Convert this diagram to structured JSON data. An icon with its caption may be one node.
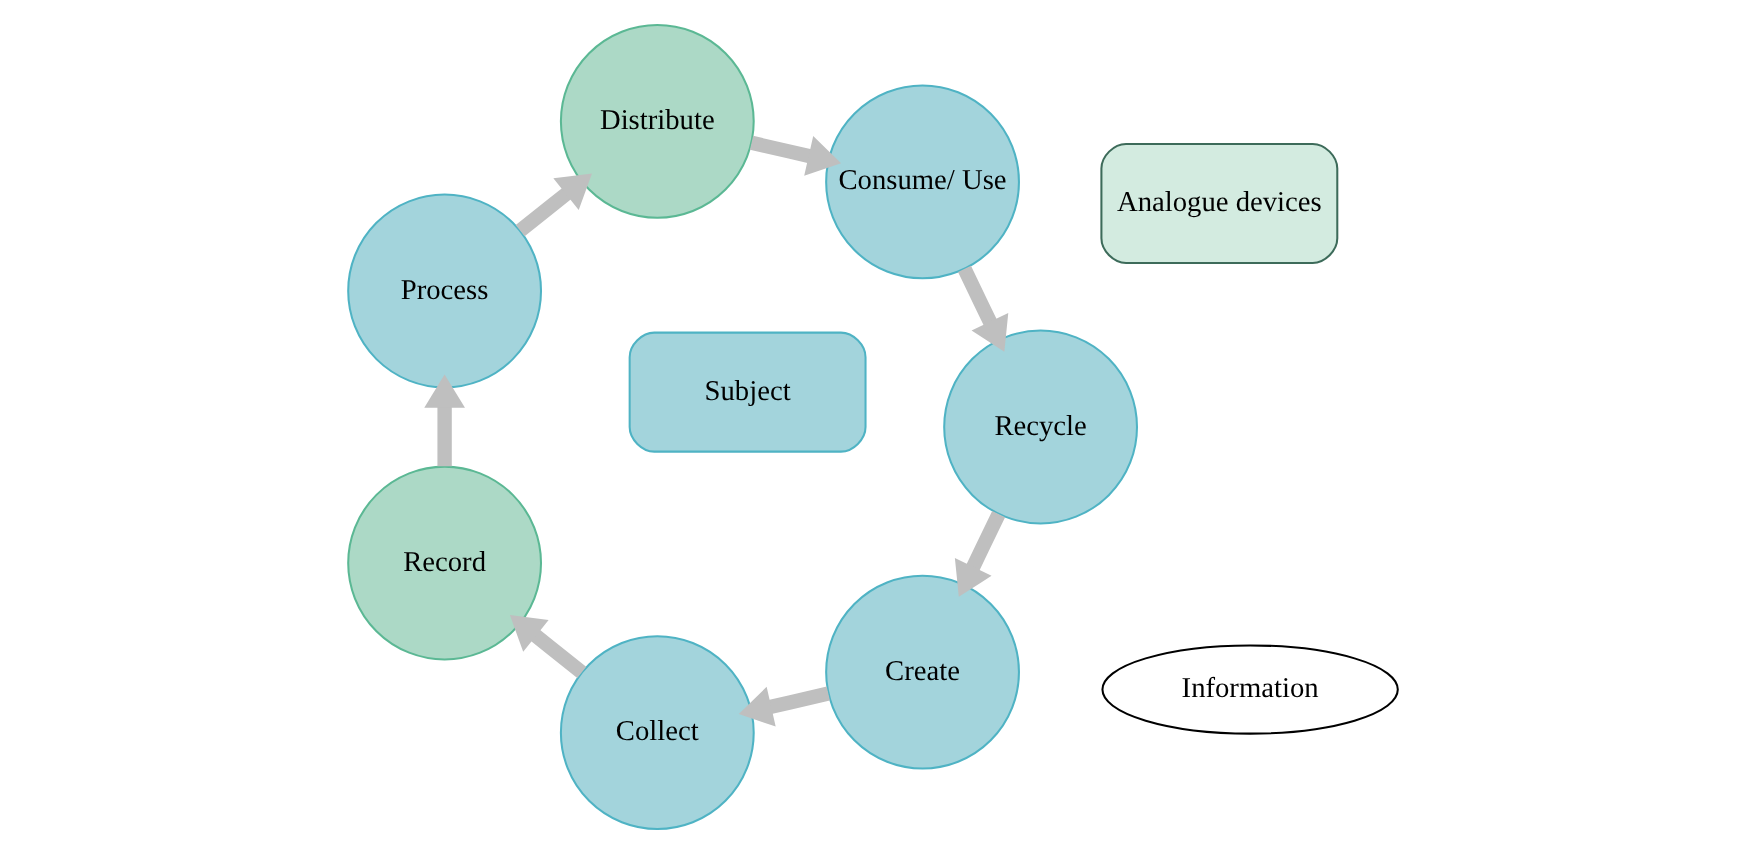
{
  "diagram": {
    "nodes": [
      {
        "text": [
          "Create"
        ]
      },
      {
        "text": [
          "Recycle"
        ]
      },
      {
        "text": [
          "Collect"
        ]
      },
      {
        "text": [
          "Subject"
        ]
      },
      {
        "text": [
          "Consume/ Use"
        ]
      },
      {
        "text": [
          "Information"
        ]
      },
      {
        "text": [
          "Record"
        ]
      },
      {
        "text": [
          "Analogue devices"
        ]
      },
      {
        "text": [
          "Distribute"
        ]
      },
      {
        "text": [
          "Process"
        ]
      }
    ],
    "edges": [
      {
        "from": 0,
        "to": 2,
        "arrow": "to"
      },
      {
        "from": 2,
        "to": 6,
        "arrow": "to"
      },
      {
        "from": 6,
        "to": 9,
        "arrow": "to"
      },
      {
        "from": 9,
        "to": 8,
        "arrow": "to"
      },
      {
        "from": 8,
        "to": 4,
        "arrow": "to"
      },
      {
        "from": 4,
        "to": 1,
        "arrow": "to"
      },
      {
        "from": 1,
        "to": 0,
        "arrow": "to"
      }
    ]
  }
}
